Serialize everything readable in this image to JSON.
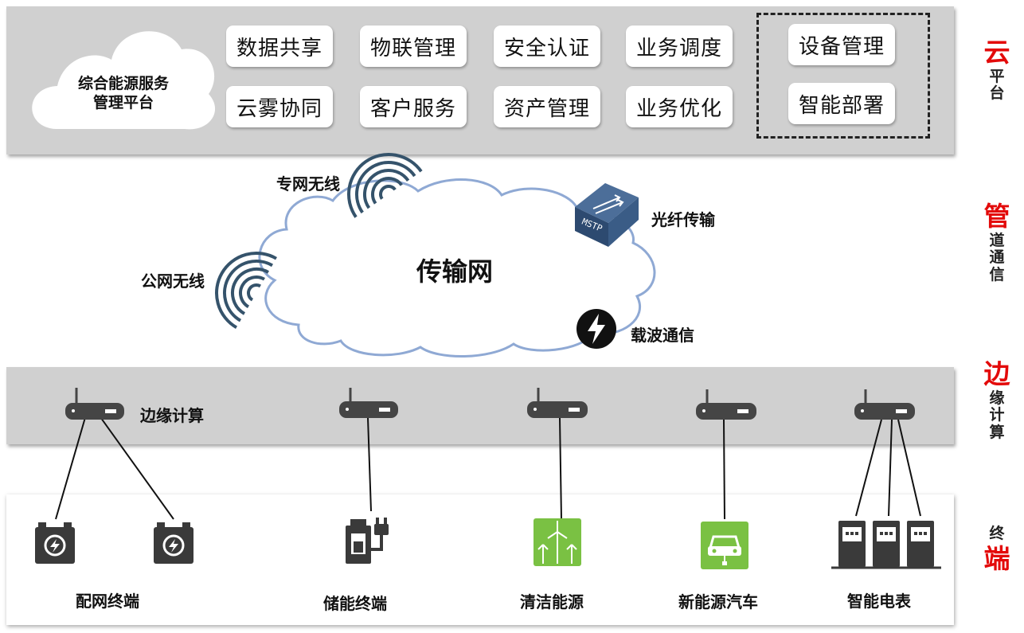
{
  "platform": {
    "cloud_line1": "综合能源服务",
    "cloud_line2": "管理平台",
    "services": [
      "数据共享",
      "物联管理",
      "安全认证",
      "业务调度",
      "云雾协同",
      "客户服务",
      "资产管理",
      "业务优化"
    ],
    "highlighted": [
      "设备管理",
      "智能部署"
    ]
  },
  "network": {
    "title": "传输网",
    "private_wireless": "专网无线",
    "public_wireless": "公网无线",
    "fiber": "光纤传输",
    "switch_label": "MSTP",
    "carrier": "载波通信"
  },
  "edge": {
    "label": "边缘计算"
  },
  "terminals": [
    "配网终端",
    "储能终端",
    "清洁能源",
    "新能源汽车",
    "智能电表"
  ],
  "layers": {
    "cloud": {
      "big": "云",
      "rest": [
        "平",
        "台"
      ]
    },
    "pipe": {
      "big": "管",
      "rest": [
        "道",
        "通",
        "信"
      ]
    },
    "edge": {
      "big": "边",
      "rest": [
        "缘",
        "计",
        "算"
      ]
    },
    "terminal": {
      "pre": "终",
      "big": "端"
    }
  },
  "colors": {
    "accent_red": "#e30a0a",
    "band_gray": "#d0d0d0",
    "green": "#7ac143",
    "dark": "#3a3a3a"
  }
}
